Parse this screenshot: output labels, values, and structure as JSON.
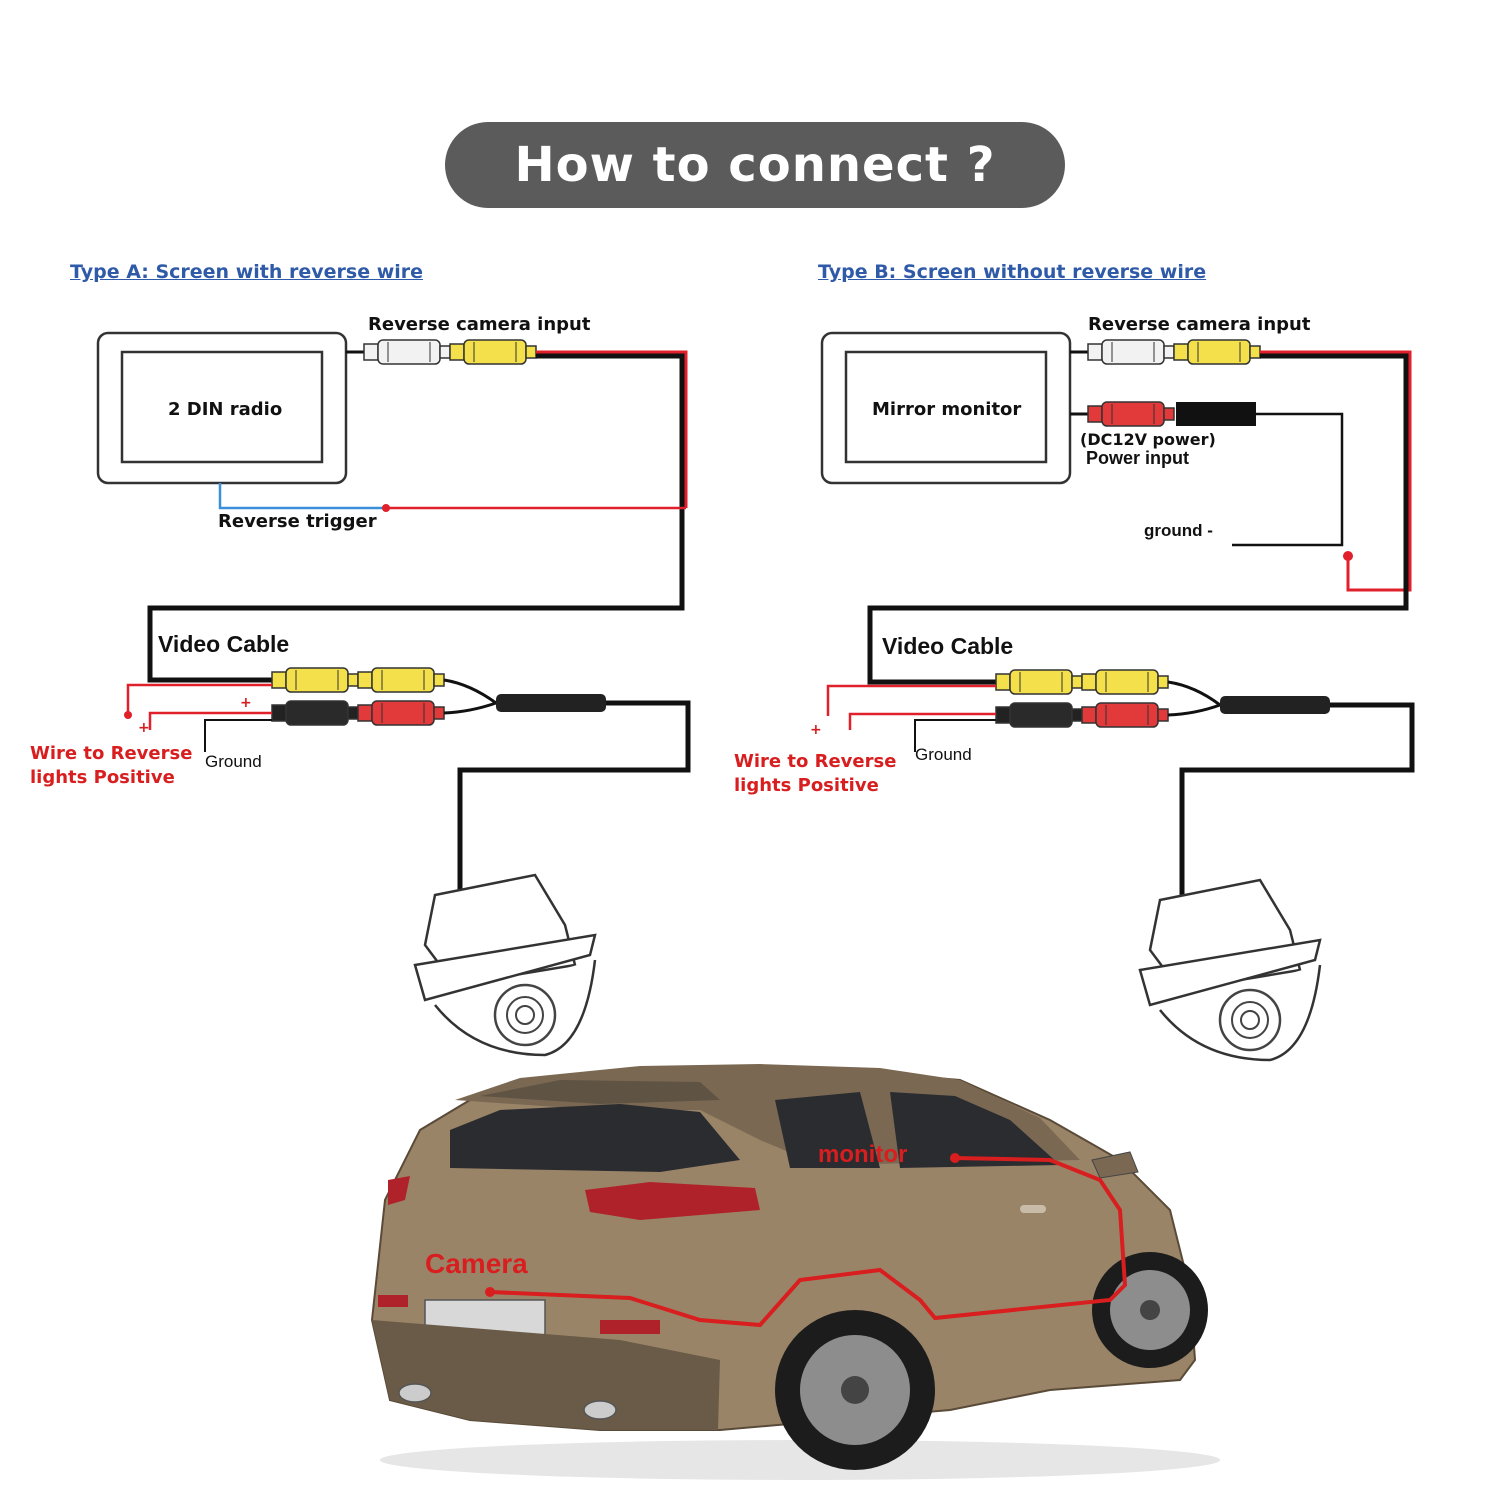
{
  "title": "How to connect ?",
  "type_a": {
    "heading": "Type A: Screen with reverse wire",
    "device": "2 DIN radio",
    "input_label": "Reverse camera input",
    "trigger_label": "Reverse trigger",
    "video_cable": "Video Cable",
    "plus_1": "+",
    "plus_2": "+",
    "wire_line1": "Wire to Reverse",
    "wire_line2": "lights Positive",
    "ground": "Ground"
  },
  "type_b": {
    "heading": "Type B: Screen without reverse wire",
    "device": "Mirror monitor",
    "input_label": "Reverse camera input",
    "power_line1": "(DC12V power)",
    "power_line2": "Power input",
    "ground_minus": "ground -",
    "video_cable": "Video Cable",
    "plus_1": "+",
    "wire_line1": "Wire to Reverse",
    "wire_line2": "lights Positive",
    "ground": "Ground"
  },
  "car": {
    "monitor_label": "monitor",
    "camera_label": "Camera"
  },
  "colors": {
    "pill": "#5b5b5b",
    "heading": "#2f5aa8",
    "wire_red": "#e0202a",
    "wire_black": "#111111",
    "wire_blue": "#3a8fd8",
    "rca_yellow": "#f3e04a",
    "rca_red": "#e23a3a",
    "car_body": "#9a8468"
  }
}
